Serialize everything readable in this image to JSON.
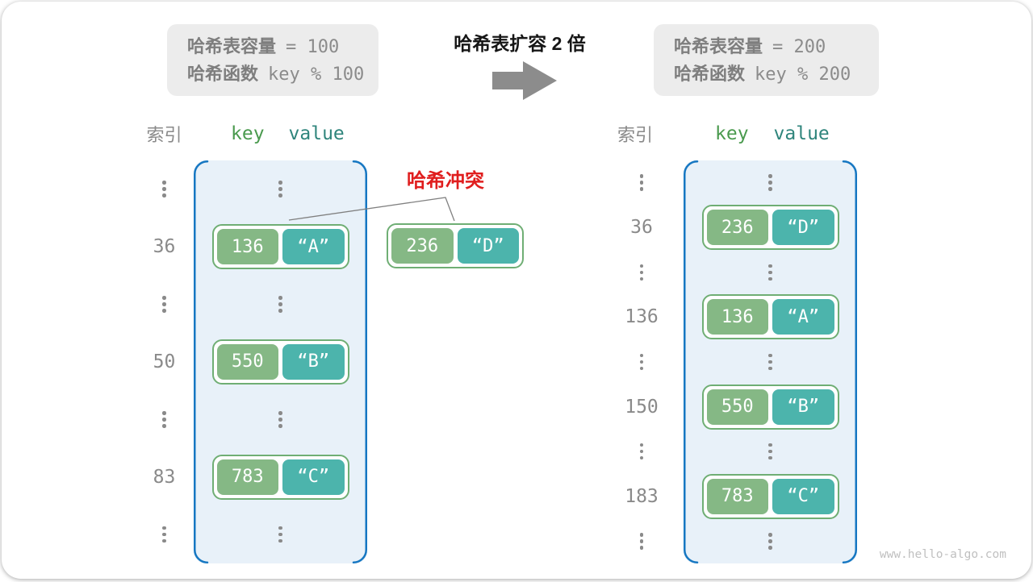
{
  "top": {
    "before_box": {
      "cap_label": "哈希表容量",
      "cap_value": "= 100",
      "fn_label": "哈希函数",
      "fn_value": "key % 100"
    },
    "expand_label": "哈希表扩容 2 倍",
    "after_box": {
      "cap_label": "哈希表容量",
      "cap_value": "= 200",
      "fn_label": "哈希函数",
      "fn_value": "key % 200"
    }
  },
  "collision": {
    "label": "哈希冲突",
    "pair": {
      "key": "236",
      "value": "“D”"
    }
  },
  "left_table": {
    "headers": {
      "index": "索引",
      "key": "key",
      "value": "value"
    },
    "rows": [
      {
        "type": "dots"
      },
      {
        "type": "pair",
        "index": "36",
        "key": "136",
        "value": "“A”"
      },
      {
        "type": "dots"
      },
      {
        "type": "pair",
        "index": "50",
        "key": "550",
        "value": "“B”"
      },
      {
        "type": "dots"
      },
      {
        "type": "pair",
        "index": "83",
        "key": "783",
        "value": "“C”"
      },
      {
        "type": "dots"
      }
    ]
  },
  "right_table": {
    "headers": {
      "index": "索引",
      "key": "key",
      "value": "value"
    },
    "rows": [
      {
        "type": "dots"
      },
      {
        "type": "pair",
        "index": "36",
        "key": "236",
        "value": "“D”"
      },
      {
        "type": "dots"
      },
      {
        "type": "pair",
        "index": "136",
        "key": "136",
        "value": "“A”"
      },
      {
        "type": "dots"
      },
      {
        "type": "pair",
        "index": "150",
        "key": "550",
        "value": "“B”"
      },
      {
        "type": "dots"
      },
      {
        "type": "pair",
        "index": "183",
        "key": "783",
        "value": "“C”"
      },
      {
        "type": "dots"
      }
    ]
  },
  "watermark": "www.hello-algo.com",
  "colors": {
    "capacity_box_bg": "#ececec",
    "gray_text": "#828282",
    "table_fill": "#e8f1f9",
    "table_stroke": "#1677c2",
    "pair_border_green": "#6fae74",
    "key_green": "#85b885",
    "value_teal": "#4cb4ac",
    "header_key_green": "#4a9a4e",
    "header_value_teal": "#2f857c",
    "collision_red": "#e01e1e",
    "arrow_gray": "#8c8c8c"
  }
}
